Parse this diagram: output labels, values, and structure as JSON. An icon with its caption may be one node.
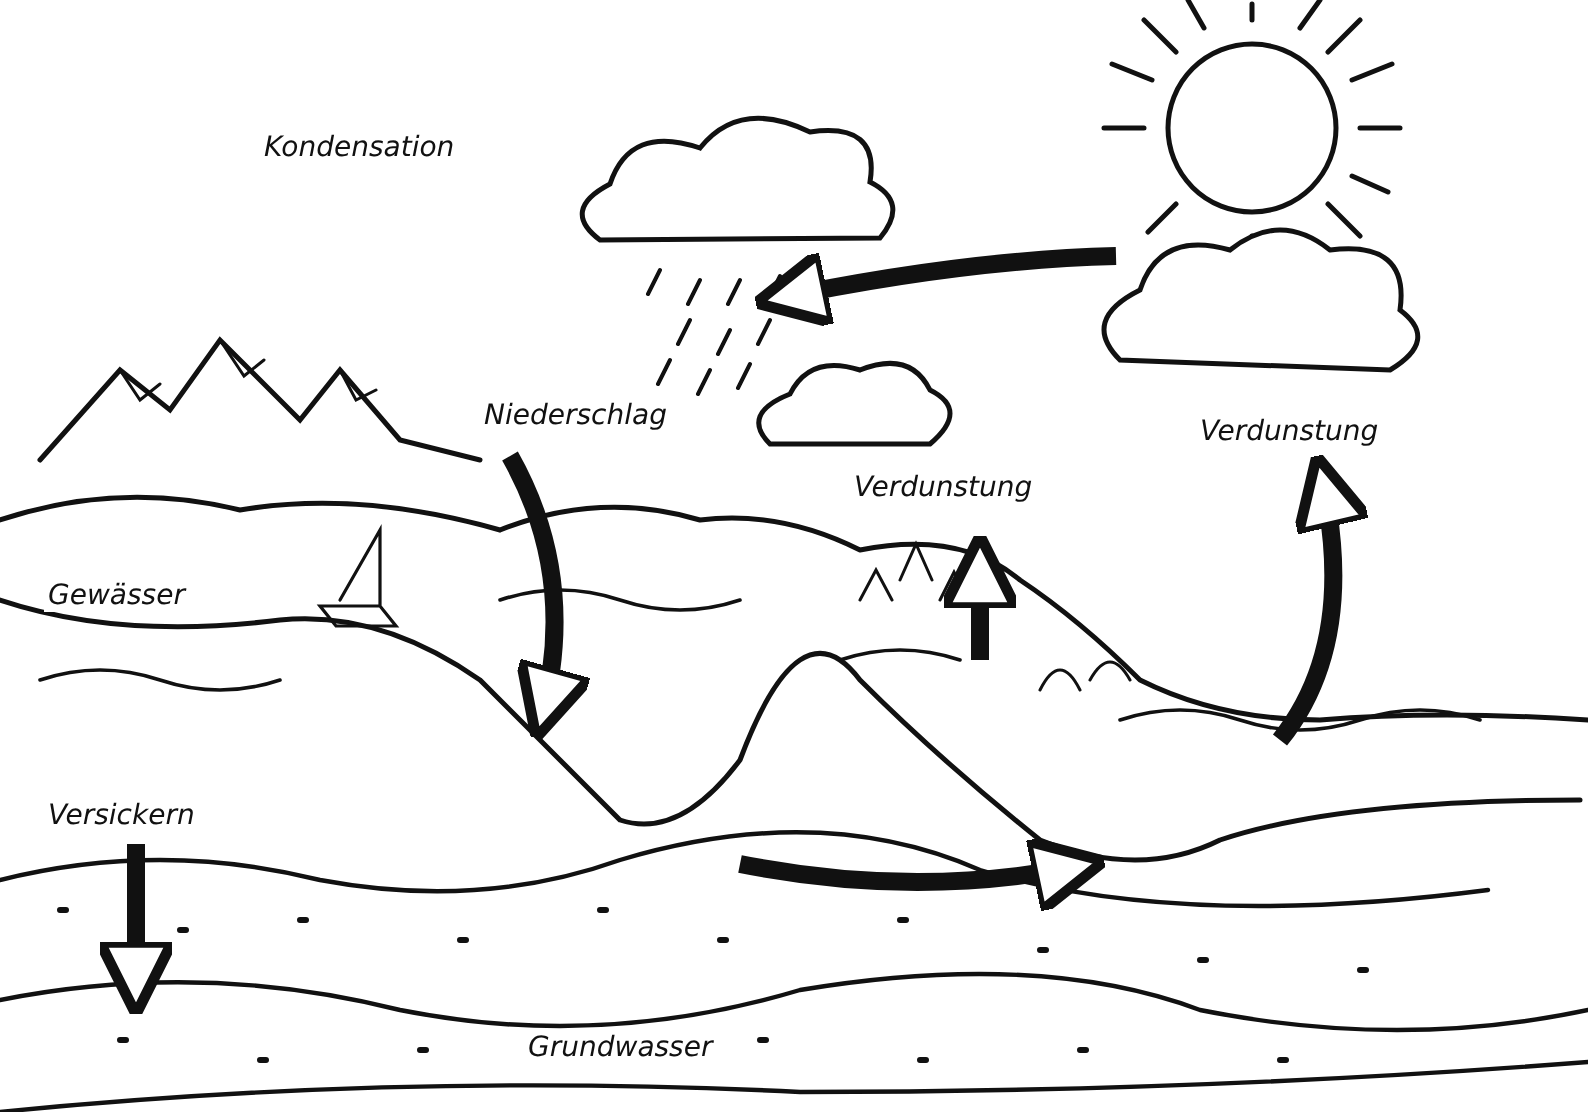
{
  "diagram": {
    "labels": [
      "Kondensation",
      "Niederschlag",
      "Verdunstung",
      "Verdunstung",
      "Gewässer",
      "Versickern",
      "Grundwasser"
    ]
  }
}
